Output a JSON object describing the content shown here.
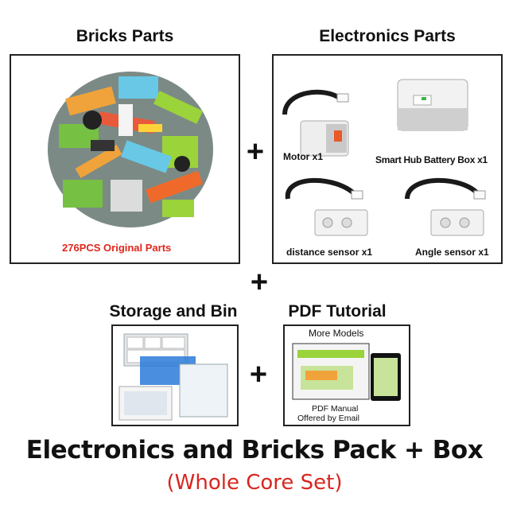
{
  "sections": {
    "bricks": {
      "heading": "Bricks Parts",
      "caption": "276PCS Original Parts"
    },
    "electronics": {
      "heading": "Electronics Parts",
      "items": {
        "motor": "Motor x1",
        "hub": "Smart Hub Battery Box x1",
        "distance": "distance sensor x1",
        "angle": "Angle sensor x1"
      }
    },
    "storage": {
      "heading": "Storage and Bin"
    },
    "pdf": {
      "heading": "PDF Tutorial",
      "more_models": "More Models",
      "manual": "PDF Manual",
      "offered": "Offered by Email"
    }
  },
  "plus": "+",
  "footer": {
    "title": "Electronics and Bricks Pack + Box",
    "subtitle": "(Whole Core Set)"
  },
  "colors": {
    "subtitle": "#d8261f",
    "bricks_caption": "#e0261b"
  }
}
